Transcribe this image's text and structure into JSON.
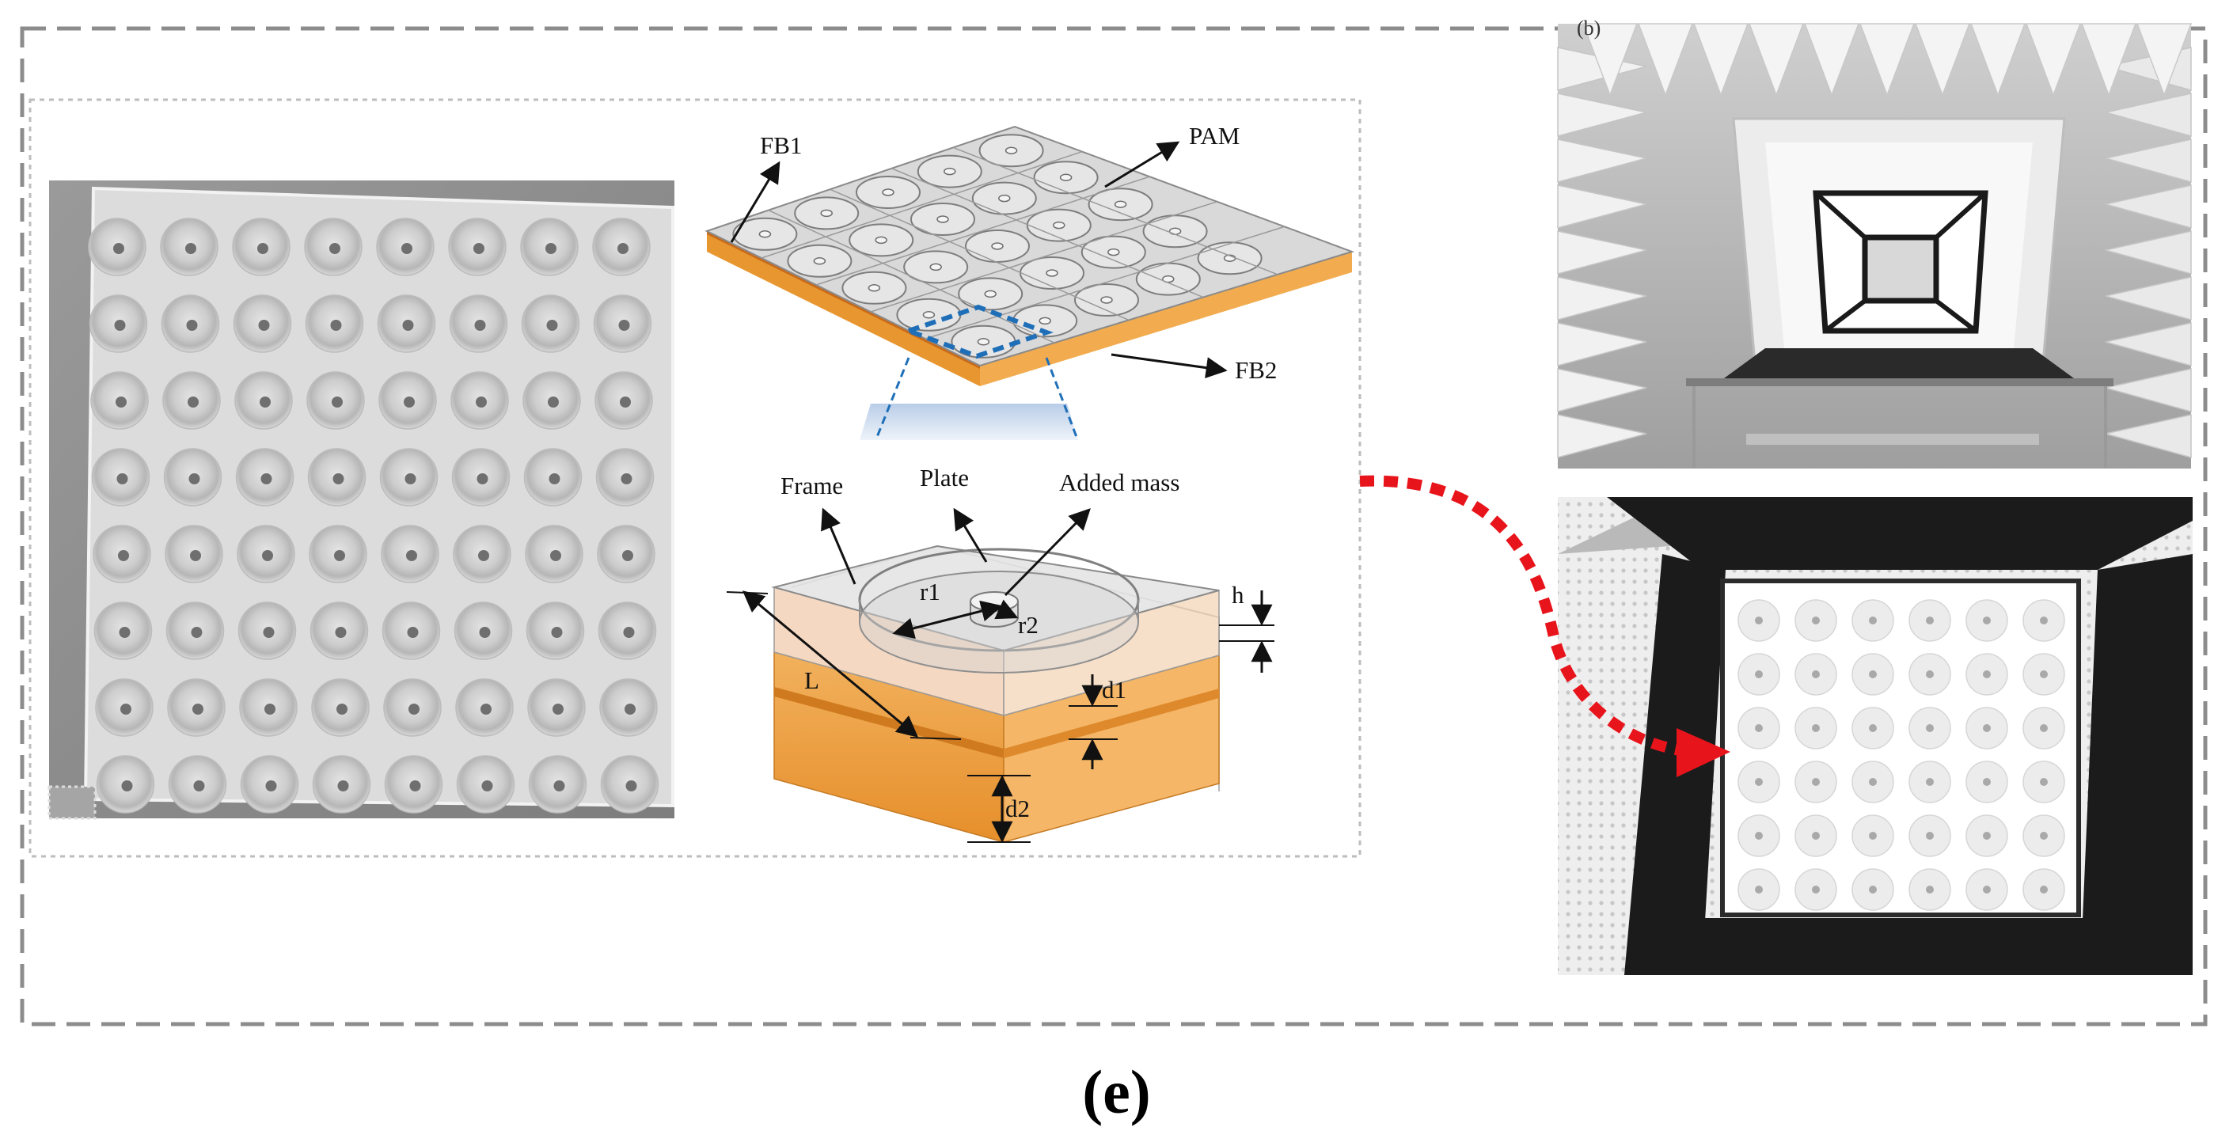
{
  "figure": {
    "caption": "(e)",
    "panel_tag": "(b)"
  },
  "schematic": {
    "labels": {
      "fb1": "FB1",
      "pam": "PAM",
      "fb2": "FB2",
      "frame": "Frame",
      "plate": "Plate",
      "added_mass": "Added mass",
      "r1": "r1",
      "r2": "r2",
      "h": "h",
      "L": "L",
      "d1": "d1",
      "d2": "d2"
    }
  },
  "colors": {
    "frame_dash": "#8c8c8c",
    "inner_dot": "#bdbdbd",
    "arrow_red": "#e8141b",
    "highlight_blue": "#1f6fb8",
    "foam_orange": "#f0a340",
    "panel_gray": "#d9d9d9"
  }
}
